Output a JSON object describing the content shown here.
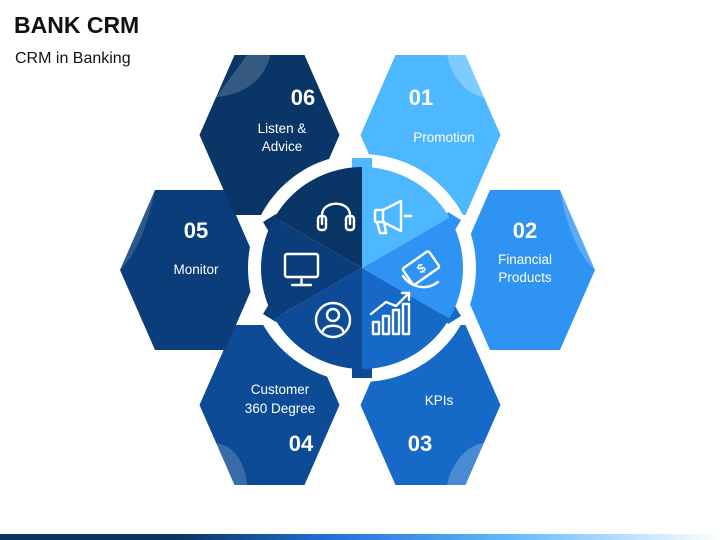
{
  "header": {
    "title": "BANK CRM",
    "subtitle": "CRM in Banking"
  },
  "items": [
    {
      "number": "01",
      "lines": [
        "Promotion"
      ],
      "icon": "megaphone-icon",
      "color": "#4db8ff"
    },
    {
      "number": "02",
      "lines": [
        "Financial",
        "Products"
      ],
      "icon": "money-icon",
      "color": "#2e93f2"
    },
    {
      "number": "03",
      "lines": [
        "KPIs"
      ],
      "icon": "growth-chart-icon",
      "color": "#1769c7"
    },
    {
      "number": "04",
      "lines": [
        "Customer",
        "360 Degree"
      ],
      "icon": "user-circle-icon",
      "color": "#0e4b96"
    },
    {
      "number": "05",
      "lines": [
        "Monitor"
      ],
      "icon": "monitor-icon",
      "color": "#0b3d7a"
    },
    {
      "number": "06",
      "lines": [
        "Listen &",
        "Advice"
      ],
      "icon": "headphones-icon",
      "color": "#0a3567"
    }
  ],
  "colors": {
    "ring": "#ffffff",
    "bar_dark": "#0a3567",
    "bar_light": "#5bb8ff"
  }
}
